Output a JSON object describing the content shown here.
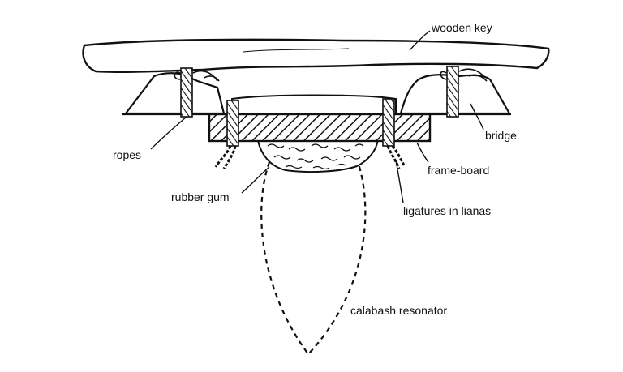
{
  "diagram": {
    "labels": {
      "wooden_key": "wooden key",
      "bridge": "bridge",
      "ropes": "ropes",
      "frame_board": "frame-board",
      "rubber_gum": "rubber gum",
      "ligatures": "ligatures in lianas",
      "resonator": "calabash resonator"
    },
    "colors": {
      "ink": "#111111",
      "paper": "#ffffff"
    }
  }
}
